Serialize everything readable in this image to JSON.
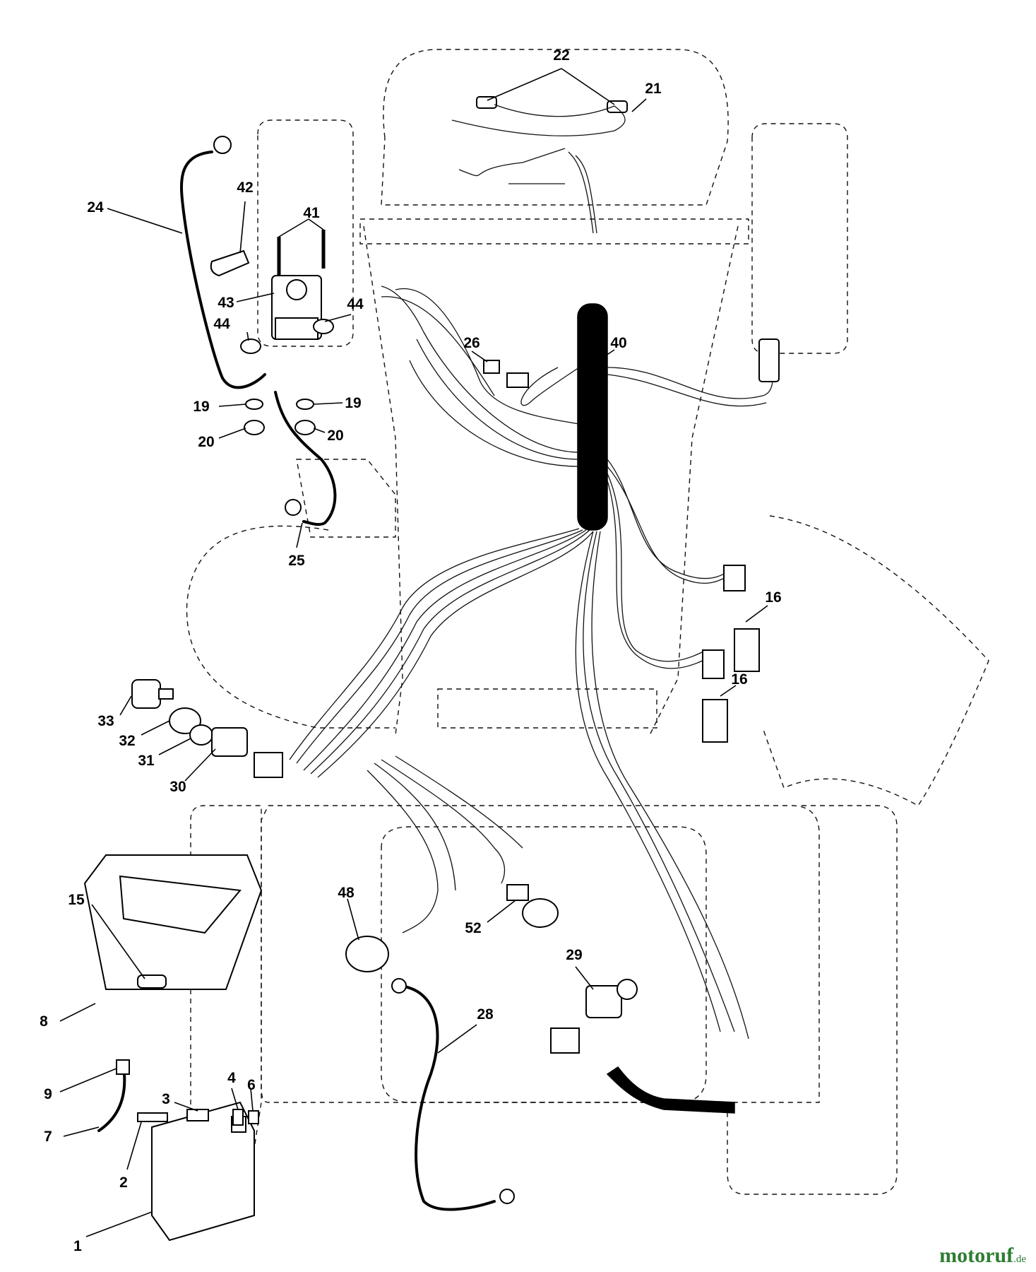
{
  "diagram": {
    "callouts": [
      {
        "id": "c22",
        "text": "22"
      },
      {
        "id": "c21",
        "text": "21"
      },
      {
        "id": "c42",
        "text": "42"
      },
      {
        "id": "c24",
        "text": "24"
      },
      {
        "id": "c41",
        "text": "41"
      },
      {
        "id": "c43",
        "text": "43"
      },
      {
        "id": "c44a",
        "text": "44"
      },
      {
        "id": "c44b",
        "text": "44"
      },
      {
        "id": "c26",
        "text": "26"
      },
      {
        "id": "c40",
        "text": "40"
      },
      {
        "id": "c19a",
        "text": "19"
      },
      {
        "id": "c19b",
        "text": "19"
      },
      {
        "id": "c20a",
        "text": "20"
      },
      {
        "id": "c20b",
        "text": "20"
      },
      {
        "id": "c25",
        "text": "25"
      },
      {
        "id": "c16a",
        "text": "16"
      },
      {
        "id": "c16b",
        "text": "16"
      },
      {
        "id": "c33",
        "text": "33"
      },
      {
        "id": "c32",
        "text": "32"
      },
      {
        "id": "c31",
        "text": "31"
      },
      {
        "id": "c30",
        "text": "30"
      },
      {
        "id": "c15",
        "text": "15"
      },
      {
        "id": "c48",
        "text": "48"
      },
      {
        "id": "c52",
        "text": "52"
      },
      {
        "id": "c29",
        "text": "29"
      },
      {
        "id": "c8",
        "text": "8"
      },
      {
        "id": "c28",
        "text": "28"
      },
      {
        "id": "c9",
        "text": "9"
      },
      {
        "id": "c4",
        "text": "4"
      },
      {
        "id": "c6",
        "text": "6"
      },
      {
        "id": "c3",
        "text": "3"
      },
      {
        "id": "c7",
        "text": "7"
      },
      {
        "id": "c2",
        "text": "2"
      },
      {
        "id": "c1",
        "text": "1"
      }
    ]
  },
  "watermark": {
    "main": "motoruf",
    "suffix": ".de",
    "color": "#2e7d32"
  }
}
